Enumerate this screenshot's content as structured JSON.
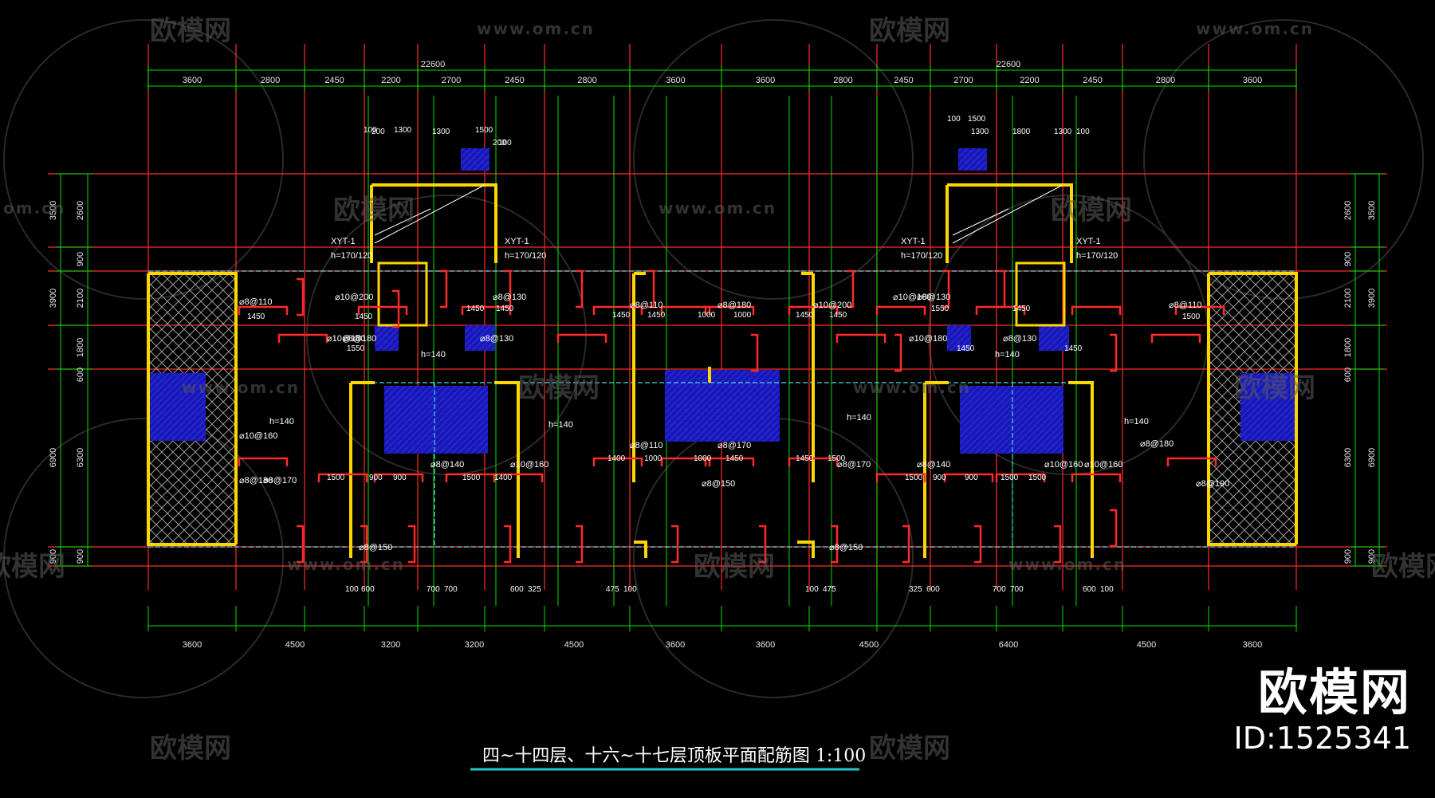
{
  "drawing": {
    "title": "四~十四层、十六~十七层顶板平面配筋图 1:100",
    "total_dims": [
      "22600",
      "22600"
    ],
    "top_dims": [
      "3600",
      "2800",
      "2450",
      "2200",
      "2700",
      "2450",
      "2800",
      "3600",
      "3600",
      "2800",
      "2450",
      "2700",
      "2200",
      "2450",
      "2800",
      "3600"
    ],
    "bottom_dims": [
      "3600",
      "4500",
      "3200",
      "3200",
      "4500",
      "3600",
      "3600",
      "4500",
      "6400",
      "4500",
      "3600"
    ],
    "left_dims_outer": [
      "3500",
      "3900",
      "6900",
      "900"
    ],
    "left_dims_inner": [
      "2600",
      "900",
      "2100",
      "1800",
      "600",
      "6300",
      "900"
    ],
    "right_dims_outer": [
      "3500",
      "3900",
      "6900",
      "900"
    ],
    "right_dims_inner": [
      "2600",
      "900",
      "2100",
      "1800",
      "600",
      "6300",
      "900"
    ],
    "stair_labels": [
      "XYT-1",
      "XYT-1",
      "XYT-1",
      "XYT-1"
    ],
    "stair_thick": [
      "h=170/120",
      "h=170/120",
      "h=170/120",
      "h=170/120"
    ],
    "slab_thick": [
      "h=140",
      "h=140",
      "h=140",
      "h=140",
      "h=140",
      "h=140"
    ],
    "rebar_labels": [
      "⌀8@110",
      "⌀10@200",
      "⌀8@130",
      "⌀8@180",
      "⌀10@180",
      "⌀8@130",
      "⌀10@160",
      "⌀8@140",
      "⌀10@160",
      "⌀8@170",
      "⌀8@180",
      "⌀8@110",
      "⌀8@180",
      "⌀8@110",
      "⌀8@170",
      "⌀8@150",
      "⌀10@200",
      "⌀10@160",
      "⌀8@130",
      "⌀10@180",
      "⌀8@140",
      "⌀10@160",
      "⌀8@170",
      "⌀8@180",
      "⌀10@160",
      "⌀8@190",
      "⌀8@110",
      "⌀8@130",
      "⌀8@150",
      "⌀8@150"
    ],
    "bar_lengths": [
      "1450",
      "1450",
      "1550",
      "1450",
      "1450",
      "1450",
      "1450",
      "1000",
      "1000",
      "1450",
      "1450",
      "1550",
      "1450",
      "1450",
      "1450",
      "1500",
      "1500",
      "900",
      "900",
      "1500",
      "1400",
      "1400",
      "1000",
      "1000",
      "1450",
      "1450",
      "1500",
      "1500",
      "900",
      "900",
      "1500",
      "1500"
    ],
    "bottom_small_dims": [
      "100",
      "600",
      "700",
      "700",
      "600",
      "325",
      "475",
      "100",
      "100",
      "475",
      "325",
      "600",
      "700",
      "700",
      "600",
      "100"
    ],
    "upper_small_dims_left": [
      "100",
      "1300",
      "1500",
      "1300",
      "200",
      "200",
      "100"
    ],
    "upper_small_dims_right": [
      "100",
      "1500",
      "1300",
      "1800",
      "1300",
      "100"
    ]
  },
  "watermark": {
    "text": "欧模网",
    "url": "www.om.cn",
    "url_short": "om.cn"
  },
  "brand": {
    "name": "欧模网",
    "id": "ID:1525341"
  },
  "colors": {
    "background": "#000000",
    "axis_red": "#ff2a2a",
    "dim_green": "#00e000",
    "wall_yellow": "#ffd700",
    "beam_cyan": "#4fd6e6",
    "fill_blue": "#1818c8",
    "accent_magenta": "#c800c8"
  }
}
